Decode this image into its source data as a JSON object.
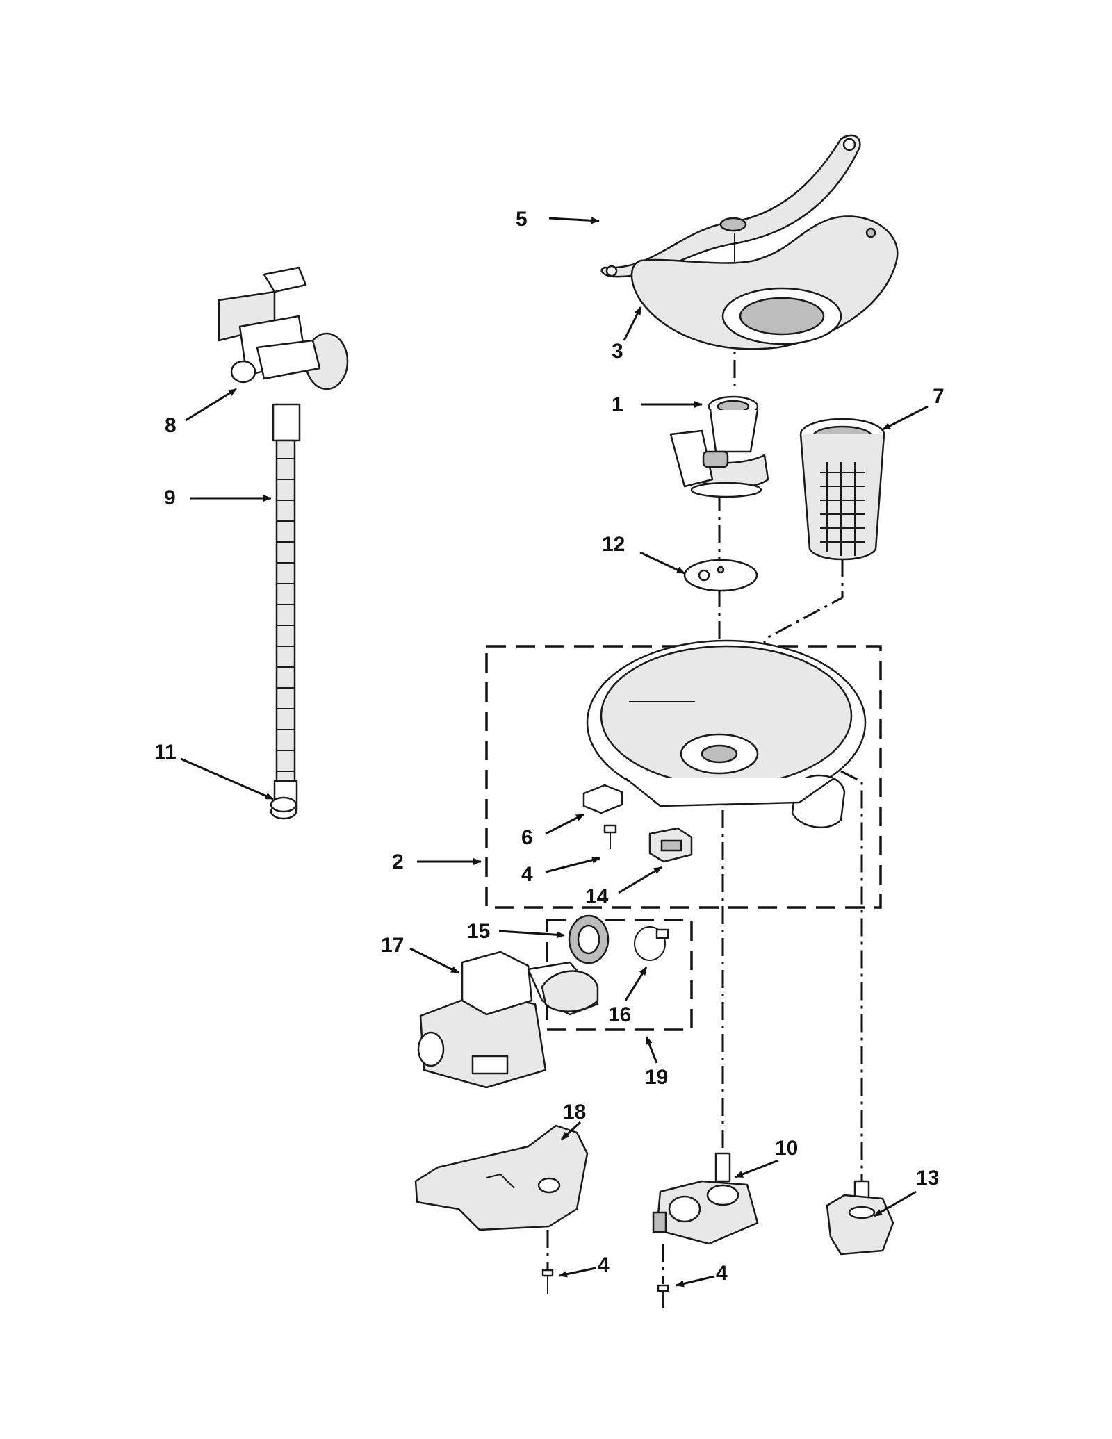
{
  "callouts": {
    "c1": "1",
    "c2": "2",
    "c3": "3",
    "c4a": "4",
    "c4b": "4",
    "c4c": "4",
    "c5": "5",
    "c6": "6",
    "c7": "7",
    "c8": "8",
    "c9": "9",
    "c10": "10",
    "c11": "11",
    "c12": "12",
    "c13": "13",
    "c14": "14",
    "c15": "15",
    "c16": "16",
    "c17": "17",
    "c18": "18",
    "c19": "19"
  },
  "colors": {
    "ink": "#111111",
    "shade": "#e8e8e8",
    "dark": "#bdbdbd",
    "background": "#ffffff"
  }
}
